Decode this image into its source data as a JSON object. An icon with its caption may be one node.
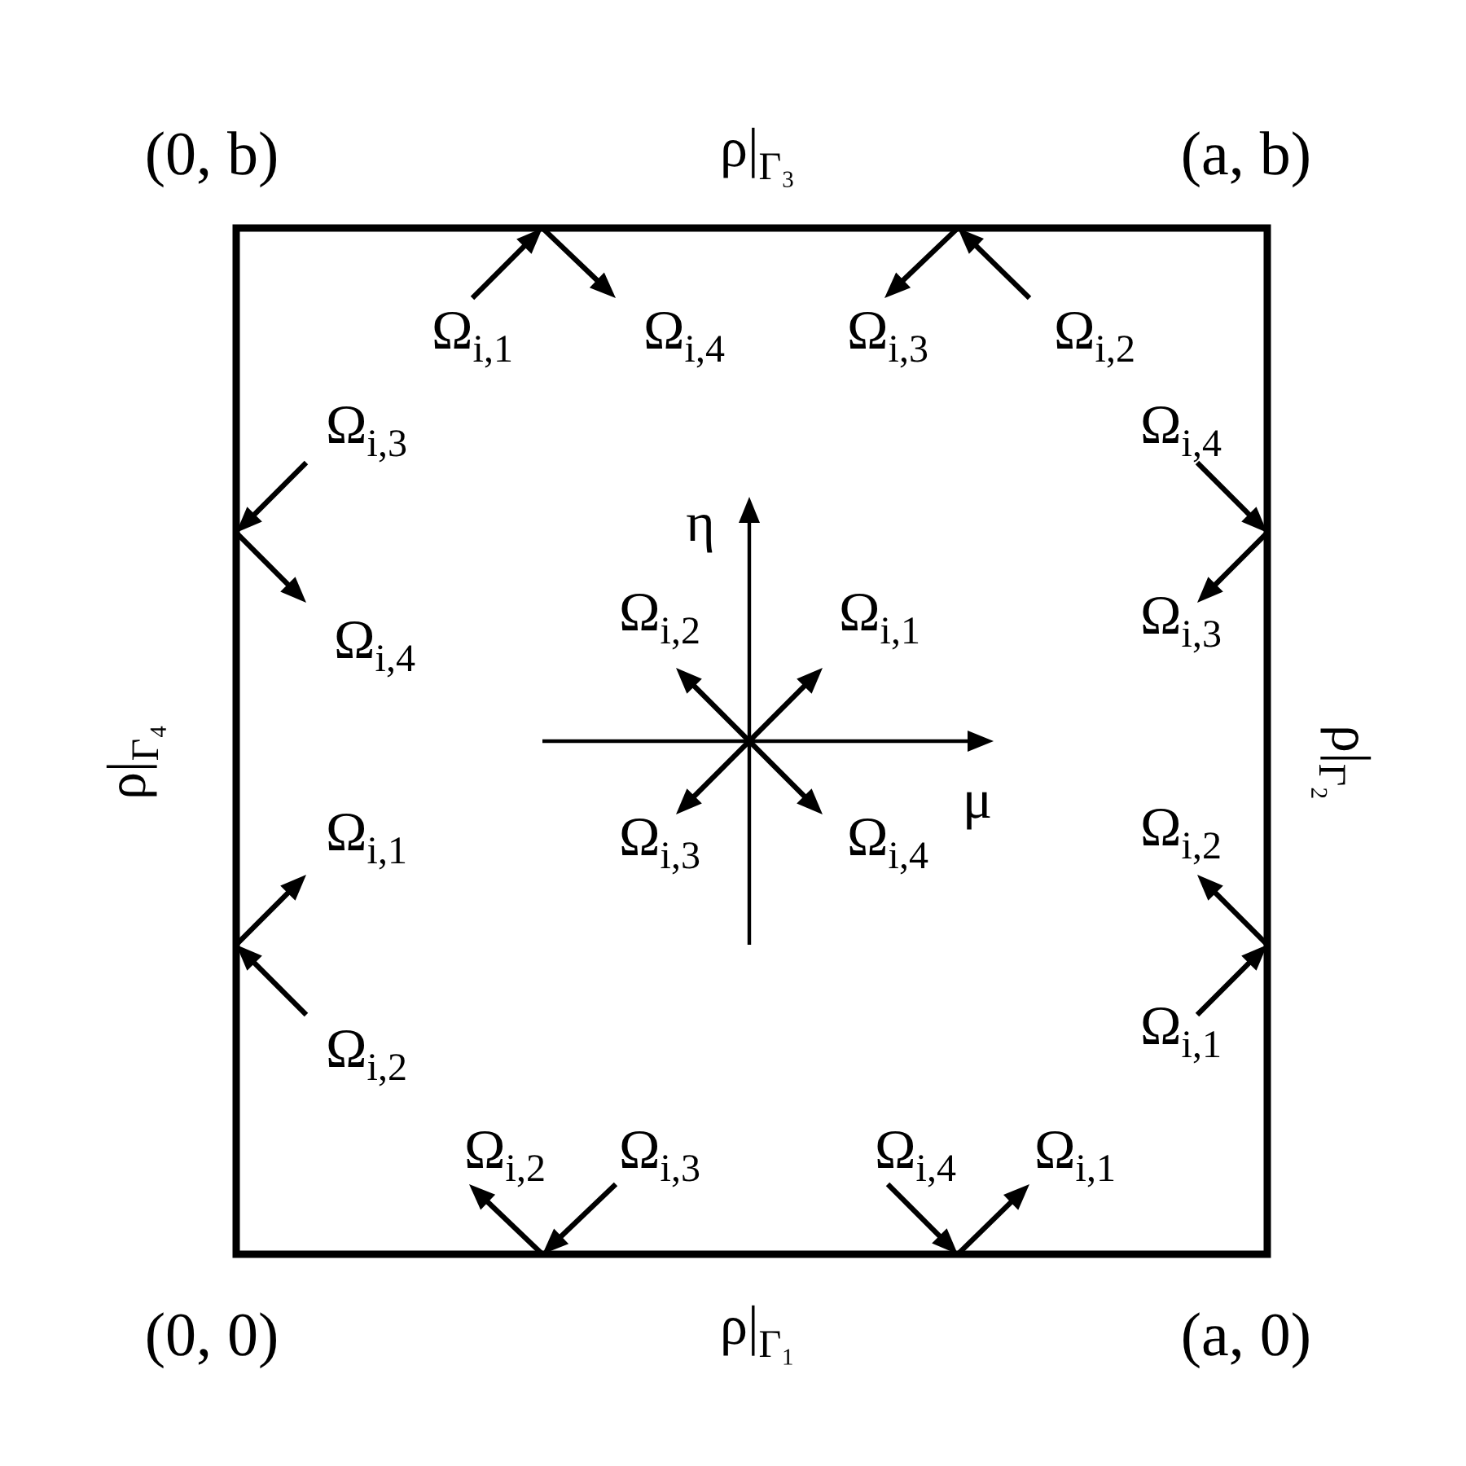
{
  "diagram": {
    "labels": [
      "(0, b)",
      "ρ|$_{Γ₃}$",
      "(a, b)",
      "Ω$_{i,1}$",
      "Ω$_{i,4}$",
      "Ω$_{i,3}$",
      "Ω$_{i,2}$",
      "Ω$_{i,3}$",
      "Ω$_{i,4}$",
      "η",
      "Ω$_{i,4}$",
      "Ω$_{i,2}$",
      "Ω$_{i,1}$",
      "Ω$_{i,3}$",
      "ρ|$_{Γ₄}$",
      "ρ|$_{Γ₂}$",
      "μ",
      "Ω$_{i,1}$",
      "Ω$_{i,3}$",
      "Ω$_{i,4}$",
      "Ω$_{i,2}$",
      "Ω$_{i,2}$",
      "Ω$_{i,1}$",
      "Ω$_{i,2}$",
      "Ω$_{i,3}$",
      "Ω$_{i,4}$",
      "Ω$_{i,1}$",
      "(0, 0)",
      "ρ|$_{Γ₁}$",
      "(a, 0)"
    ]
  }
}
